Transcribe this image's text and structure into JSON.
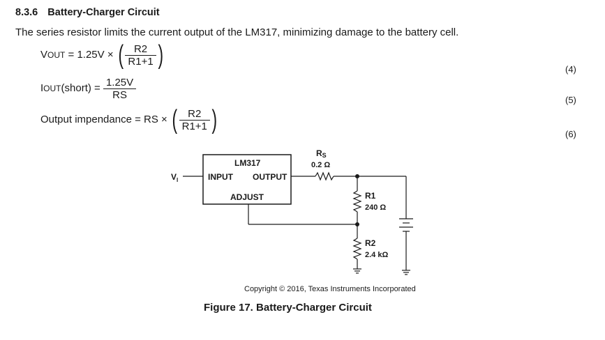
{
  "section": {
    "number": "8.3.6",
    "title": "Battery-Charger Circuit"
  },
  "paragraph": "The series resistor limits the current output of the LM317, minimizing damage to the battery cell.",
  "equations": [
    {
      "lhs_main": "V",
      "lhs_sub": "OUT",
      "lhs_rest": " = 1.25V ×",
      "numerator": "R2",
      "denominator": "R1+1",
      "number": "(4)"
    },
    {
      "lhs_main": "I",
      "lhs_sub": "OUT",
      "lhs_rest": "(short) =",
      "numerator": "1.25V",
      "denominator": "RS",
      "number": "(5)"
    },
    {
      "lhs_main": "Output impendance",
      "lhs_rest": " = RS ×",
      "numerator": "R2",
      "denominator": "R1+1",
      "number": "(6)"
    }
  ],
  "circuit": {
    "regulator": "LM317",
    "input_label": "INPUT",
    "output_label": "OUTPUT",
    "adjust_label": "ADJUST",
    "vin_main": "V",
    "vin_sub": "I",
    "rs_main": "R",
    "rs_sub": "S",
    "rs_value": "0.2 Ω",
    "r1_name": "R1",
    "r1_value": "240 Ω",
    "r2_name": "R2",
    "r2_value": "2.4 kΩ"
  },
  "copyright": "Copyright © 2016, Texas Instruments Incorporated",
  "caption": "Figure 17.  Battery-Charger Circuit"
}
